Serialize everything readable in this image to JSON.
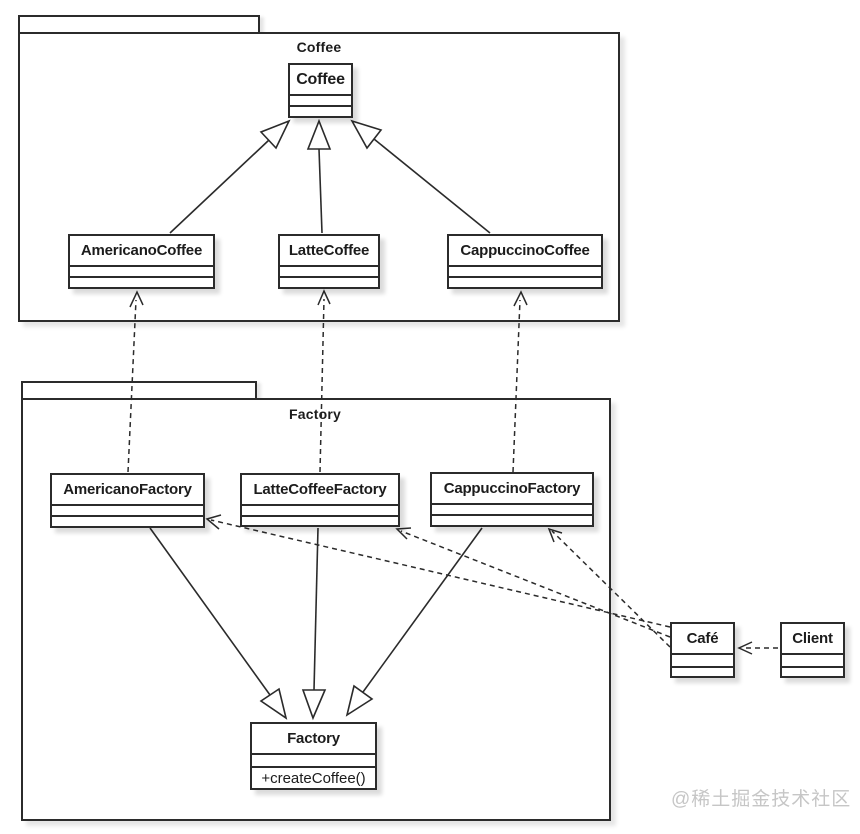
{
  "packages": {
    "coffee": {
      "label": "Coffee"
    },
    "factory": {
      "label": "Factory"
    }
  },
  "classes": {
    "coffee": {
      "name": "Coffee"
    },
    "americano_coffee": {
      "name": "AmericanoCoffee"
    },
    "latte_coffee": {
      "name": "LatteCoffee"
    },
    "cappuccino_coffee": {
      "name": "CappuccinoCoffee"
    },
    "americano_factory": {
      "name": "AmericanoFactory"
    },
    "latte_coffee_factory": {
      "name": "LatteCoffeeFactory"
    },
    "cappuccino_factory": {
      "name": "CappuccinoFactory"
    },
    "factory": {
      "name": "Factory",
      "method": "+createCoffee()"
    },
    "cafe": {
      "name": "Café"
    },
    "client": {
      "name": "Client"
    }
  },
  "relationships": [
    {
      "from": "AmericanoCoffee",
      "to": "Coffee",
      "type": "generalization"
    },
    {
      "from": "LatteCoffee",
      "to": "Coffee",
      "type": "generalization"
    },
    {
      "from": "CappuccinoCoffee",
      "to": "Coffee",
      "type": "generalization"
    },
    {
      "from": "AmericanoFactory",
      "to": "AmericanoCoffee",
      "type": "dependency"
    },
    {
      "from": "LatteCoffeeFactory",
      "to": "LatteCoffee",
      "type": "dependency"
    },
    {
      "from": "CappuccinoFactory",
      "to": "CappuccinoCoffee",
      "type": "dependency"
    },
    {
      "from": "AmericanoFactory",
      "to": "Factory",
      "type": "generalization"
    },
    {
      "from": "LatteCoffeeFactory",
      "to": "Factory",
      "type": "generalization"
    },
    {
      "from": "CappuccinoFactory",
      "to": "Factory",
      "type": "generalization"
    },
    {
      "from": "Café",
      "to": "AmericanoFactory",
      "type": "dependency"
    },
    {
      "from": "Café",
      "to": "LatteCoffeeFactory",
      "type": "dependency"
    },
    {
      "from": "Café",
      "to": "CappuccinoFactory",
      "type": "dependency"
    },
    {
      "from": "Client",
      "to": "Café",
      "type": "dependency"
    }
  ],
  "watermark": {
    "text": "@稀土掘金技术社区",
    "color": "#c6c6c6"
  },
  "colors": {
    "line": "#2b2b2b",
    "background": "#ffffff"
  }
}
